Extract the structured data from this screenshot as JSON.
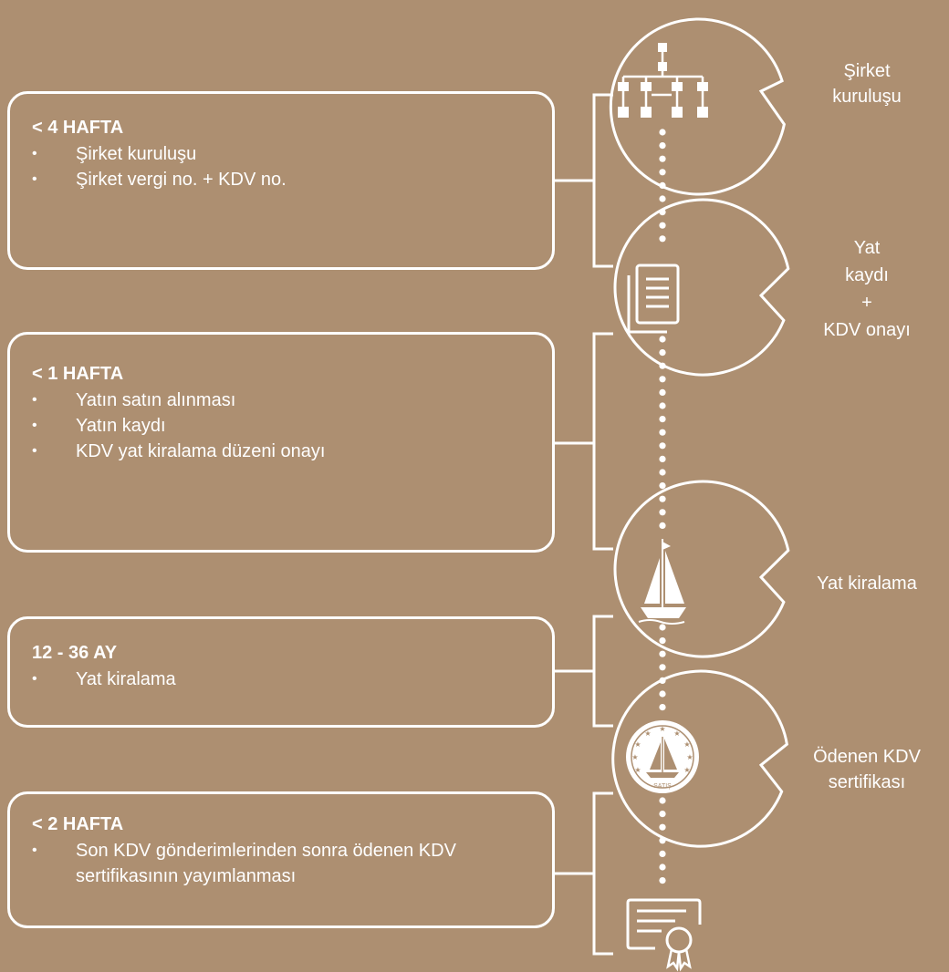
{
  "phases": [
    {
      "title": "< 4 HAFTA",
      "items": [
        "Şirket kuruluşu",
        "Şirket vergi no. + KDV no."
      ]
    },
    {
      "title": "< 1 HAFTA",
      "items": [
        "Yatın satın alınması",
        "Yatın kaydı",
        "KDV yat kiralama düzeni onayı"
      ]
    },
    {
      "title": "12 - 36 AY",
      "items": [
        "Yat kiralama"
      ]
    },
    {
      "title": "< 2 HAFTA",
      "items": [
        "Son KDV gönderimlerinden sonra ödenen KDV sertifikasının yayımlanması"
      ]
    }
  ],
  "bullets": {
    "dot": "•"
  },
  "bubbles": [
    {
      "line1": "Şirket",
      "line2": "kuruluşu"
    },
    {
      "line1": "Yat",
      "line2": "kaydı",
      "line3": "+",
      "line4": "KDV onayı"
    },
    {
      "line1": "Yat kiralama"
    },
    {
      "line1": "Ödenen KDV",
      "line2": "sertifikası"
    }
  ],
  "seal_text": "SATIŞ",
  "icons": {
    "milestone_1": "org-chart-icon",
    "milestone_2": "documents-icon",
    "milestone_3": "sailboat-icon",
    "milestone_4": "seal-icon",
    "milestone_5": "certificate-icon"
  },
  "colors": {
    "background": "#ad8f71",
    "foreground": "#ffffff"
  }
}
